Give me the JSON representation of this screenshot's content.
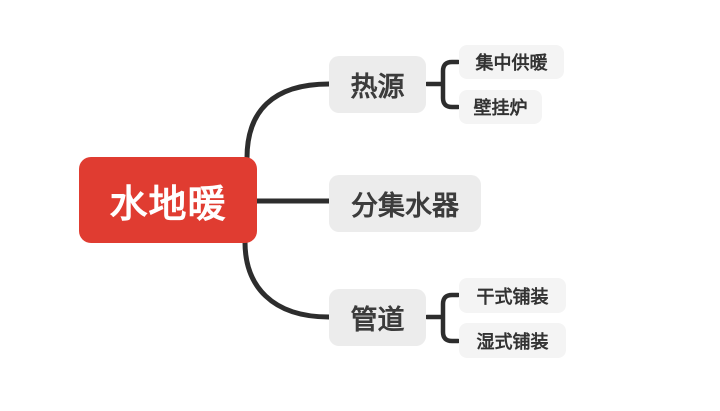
{
  "diagram": {
    "type": "mindmap",
    "root": {
      "label": "水地暖"
    },
    "branches": [
      {
        "label": "热源",
        "children": [
          {
            "label": "集中供暖"
          },
          {
            "label": "壁挂炉"
          }
        ]
      },
      {
        "label": "分集水器",
        "children": []
      },
      {
        "label": "管道",
        "children": [
          {
            "label": "干式铺装"
          },
          {
            "label": "湿式铺装"
          }
        ]
      }
    ]
  },
  "colors": {
    "root-bg": "#e03c31",
    "root-text": "#ffffff",
    "branch-bg": "#ececec",
    "branch-text": "#3c3c3c",
    "child-bg": "#f4f4f4",
    "child-text": "#333333",
    "connector": "#2d2d2d",
    "canvas-bg": "#ffffff"
  }
}
